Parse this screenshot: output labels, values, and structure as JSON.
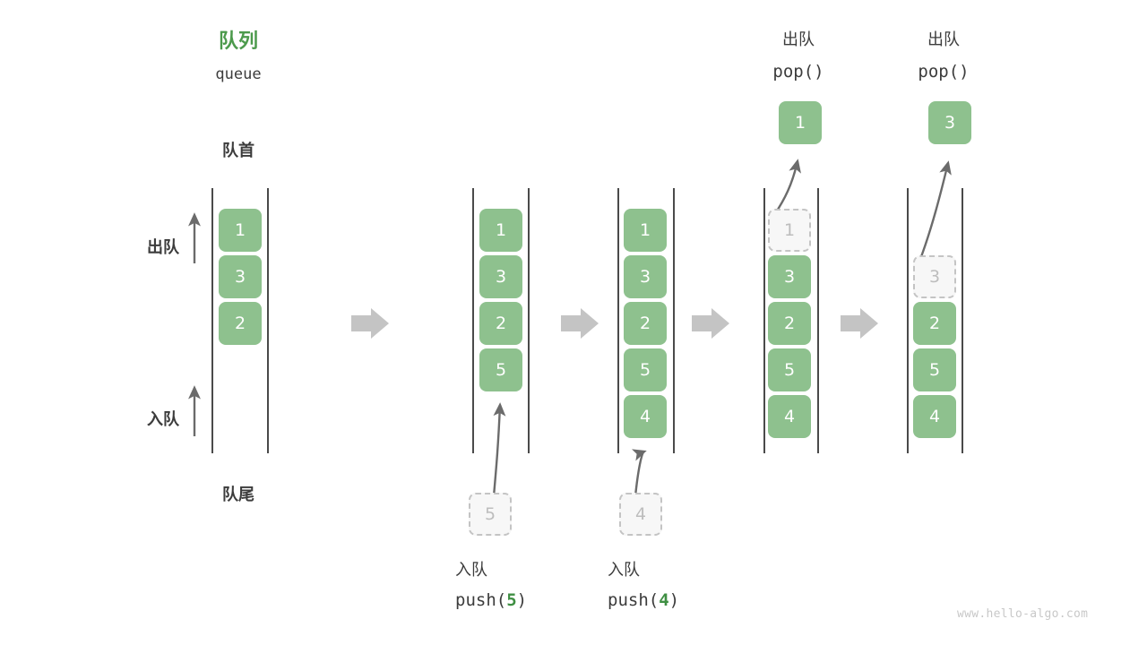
{
  "meta": {
    "watermark": "www.hello-algo.com"
  },
  "header": {
    "title_cn": "队列",
    "title_en": "queue",
    "title_color": "#4c9a4c"
  },
  "anchors": {
    "front_label": "队首",
    "rear_label": "队尾"
  },
  "side_labels": {
    "dequeue": "出队",
    "enqueue": "入队"
  },
  "palette": {
    "cell_fill": "#8ec18e",
    "cell_text": "#ffffff",
    "ghost_fill": "#f7f7f7",
    "ghost_border": "#c4c4c4",
    "ghost_text": "#bdbdbd",
    "rail": "#4a4a4a",
    "arrow_gray": "#6b6b6b",
    "step_arrow": "#c4c4c4",
    "text": "#3c3c3c",
    "highlight": "#3f8f43"
  },
  "columns": [
    {
      "id": "initial",
      "caption_cn": "",
      "caption_code": "",
      "cells": [
        {
          "value": "1",
          "state": "filled",
          "slot": 0
        },
        {
          "value": "3",
          "state": "filled",
          "slot": 1
        },
        {
          "value": "2",
          "state": "filled",
          "slot": 2
        }
      ],
      "incoming": null,
      "outgoing": null
    },
    {
      "id": "push-5",
      "caption_cn": "入队",
      "caption_code_prefix": "push(",
      "caption_code_value": "5",
      "caption_code_suffix": ")",
      "cells": [
        {
          "value": "1",
          "state": "filled",
          "slot": 0
        },
        {
          "value": "3",
          "state": "filled",
          "slot": 1
        },
        {
          "value": "2",
          "state": "filled",
          "slot": 2
        },
        {
          "value": "5",
          "state": "filled",
          "slot": 3
        }
      ],
      "incoming": {
        "value": "5",
        "state": "ghost"
      },
      "outgoing": null
    },
    {
      "id": "push-4",
      "caption_cn": "入队",
      "caption_code_prefix": "push(",
      "caption_code_value": "4",
      "caption_code_suffix": ")",
      "cells": [
        {
          "value": "1",
          "state": "filled",
          "slot": 0
        },
        {
          "value": "3",
          "state": "filled",
          "slot": 1
        },
        {
          "value": "2",
          "state": "filled",
          "slot": 2
        },
        {
          "value": "5",
          "state": "filled",
          "slot": 3
        },
        {
          "value": "4",
          "state": "filled",
          "slot": 4
        }
      ],
      "incoming": {
        "value": "4",
        "state": "ghost"
      },
      "outgoing": null
    },
    {
      "id": "pop-1",
      "caption_cn": "出队",
      "caption_code": "pop()",
      "cells": [
        {
          "value": "1",
          "state": "ghost",
          "slot": 0
        },
        {
          "value": "3",
          "state": "filled",
          "slot": 1
        },
        {
          "value": "2",
          "state": "filled",
          "slot": 2
        },
        {
          "value": "5",
          "state": "filled",
          "slot": 3
        },
        {
          "value": "4",
          "state": "filled",
          "slot": 4
        }
      ],
      "incoming": null,
      "outgoing": {
        "value": "1",
        "state": "filled"
      }
    },
    {
      "id": "pop-3",
      "caption_cn": "出队",
      "caption_code": "pop()",
      "cells": [
        {
          "value": "3",
          "state": "ghost",
          "slot": 1
        },
        {
          "value": "2",
          "state": "filled",
          "slot": 2
        },
        {
          "value": "5",
          "state": "filled",
          "slot": 3
        },
        {
          "value": "4",
          "state": "filled",
          "slot": 4
        }
      ],
      "incoming": null,
      "outgoing": {
        "value": "3",
        "state": "filled"
      }
    }
  ],
  "step_arrows": [
    {
      "from": "initial",
      "to": "push-5"
    },
    {
      "from": "push-5",
      "to": "push-4"
    },
    {
      "from": "push-4",
      "to": "pop-1"
    },
    {
      "from": "pop-1",
      "to": "pop-3"
    }
  ]
}
